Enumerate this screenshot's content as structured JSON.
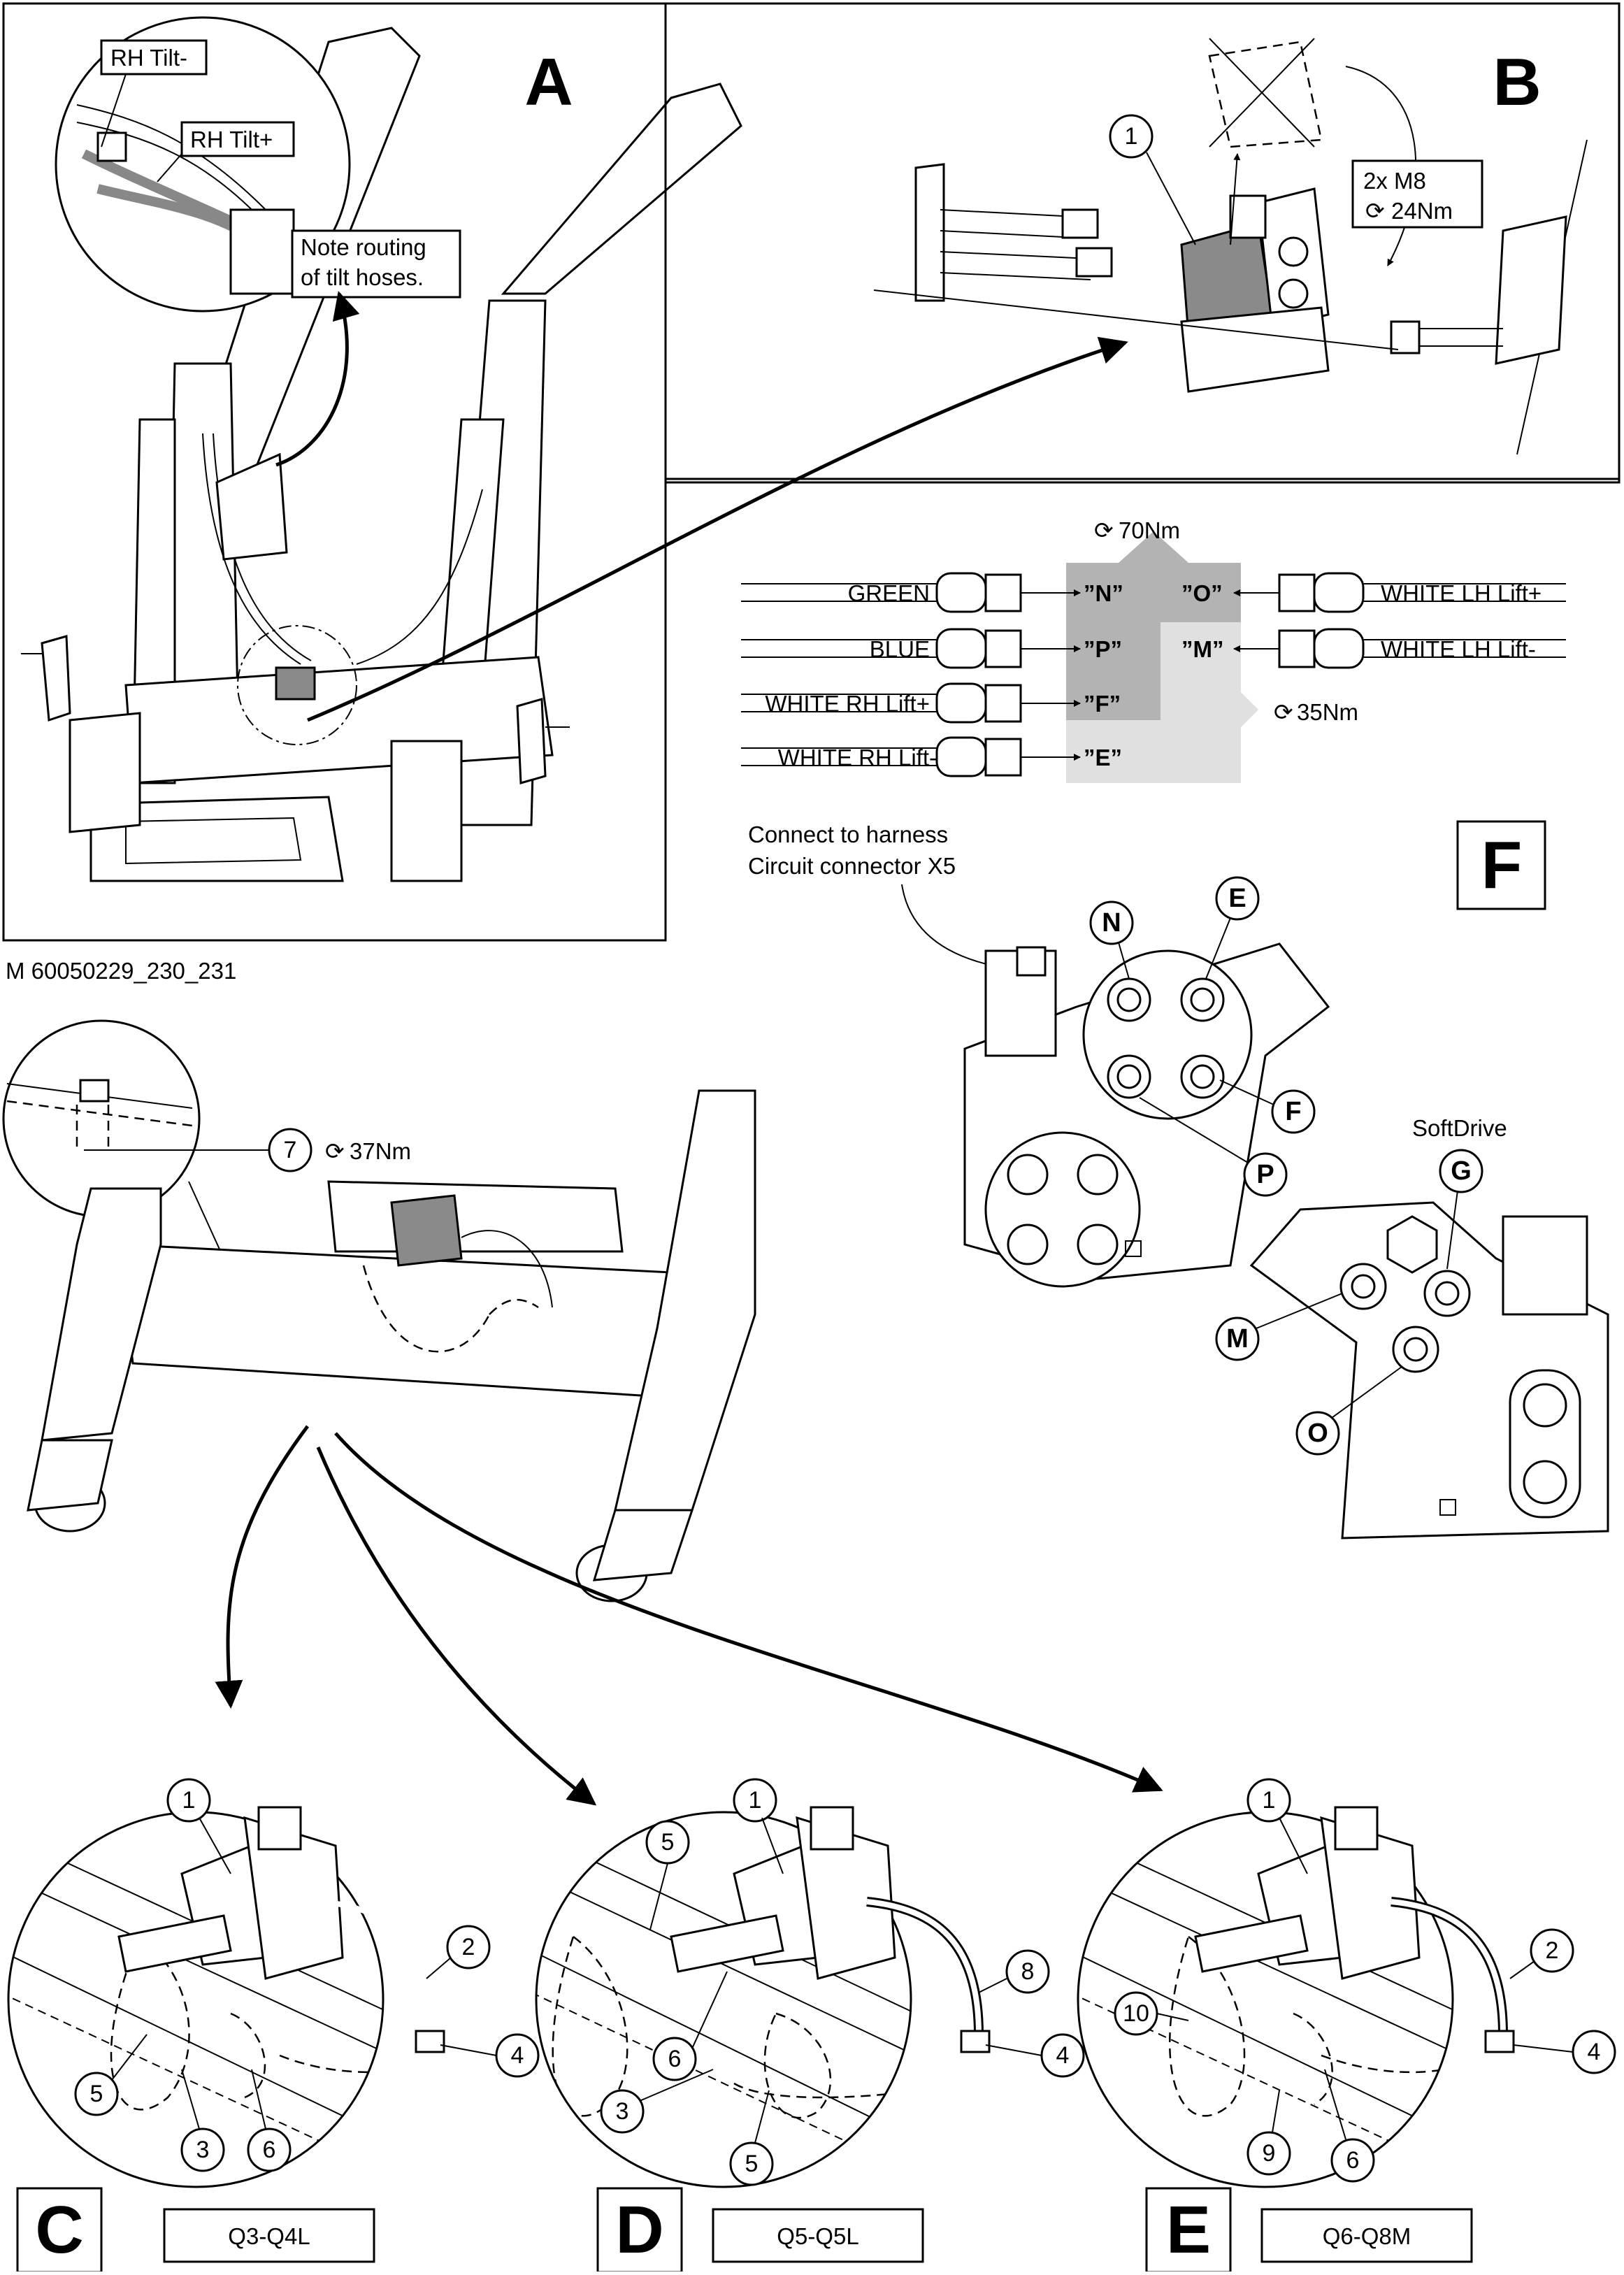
{
  "panels": {
    "a": {
      "letter": "A",
      "part_number": "M 60050229_230_231",
      "callouts": {
        "rh_tilt_minus": "RH Tilt-",
        "rh_tilt_plus": "RH Tilt+",
        "note": [
          "Note routing",
          "of tilt hoses."
        ]
      }
    },
    "b": {
      "letter": "B",
      "callout_1": "1",
      "bolts": "2x M8",
      "torque": "24Nm"
    },
    "f": {
      "letter": "F",
      "torque_top": "70Nm",
      "torque_mid": "35Nm",
      "hoses_left": [
        {
          "label": "GREEN",
          "port": "”N”"
        },
        {
          "label": "BLUE",
          "port": "”P”"
        },
        {
          "label": "WHITE RH Lift+",
          "port": "”F”"
        },
        {
          "label": "WHITE RH Lift-",
          "port": "”E”"
        }
      ],
      "hoses_right": [
        {
          "label": "WHITE LH Lift+",
          "port": "”O”"
        },
        {
          "label": "WHITE LH Lift-",
          "port": "”M”"
        }
      ],
      "harness_note": [
        "Connect to harness",
        "Circuit connector X5"
      ],
      "valve1_ports": [
        "N",
        "E",
        "F",
        "P"
      ],
      "softdrive": {
        "title": "SoftDrive",
        "ports": [
          "G",
          "M",
          "O"
        ]
      }
    },
    "mid": {
      "callout_7": "7",
      "torque": "37Nm"
    },
    "c": {
      "letter": "C",
      "model": "Q3-Q4L",
      "callouts": [
        "1",
        "2",
        "3",
        "4",
        "5",
        "6"
      ]
    },
    "d": {
      "letter": "D",
      "model": "Q5-Q5L",
      "callouts": [
        "1",
        "5",
        "8",
        "6",
        "3",
        "4",
        "5"
      ]
    },
    "e": {
      "letter": "E",
      "model": "Q6-Q8M",
      "callouts": [
        "1",
        "2",
        "10",
        "4",
        "9",
        "6"
      ]
    }
  }
}
